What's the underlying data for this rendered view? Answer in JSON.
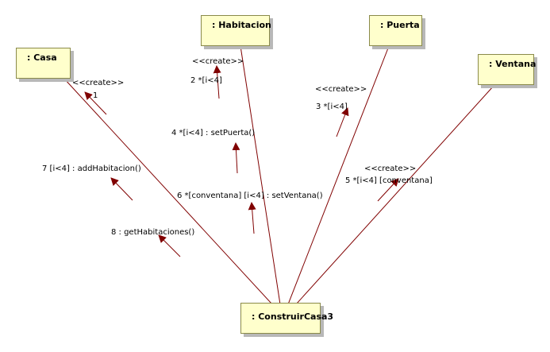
{
  "objects": {
    "casa": ": Casa",
    "habitacion": ": Habitacion",
    "puerta": ": Puerta",
    "ventana": ": Ventana",
    "construir": ": ConstruirCasa3"
  },
  "messages": {
    "create_casa": "<<create>>",
    "create_casa_num": "1",
    "create_habitacion": "<<create>>",
    "m2": "2 *[i<4]",
    "m3_create": "<<create>>",
    "m3": "3 *[i<4]",
    "m4": "4 *[i<4] : setPuerta()",
    "m5_create": "<<create>>",
    "m5": "5 *[i<4] [conventana]",
    "m6": "6 *[conventana] [i<4] : setVentana()",
    "m7": "7 [i<4] : addHabitacion()",
    "m8": "8 : getHabitaciones()"
  },
  "colors": {
    "link": "#800000",
    "arrowhead": "#800000",
    "object_fill": "#ffffcc"
  }
}
